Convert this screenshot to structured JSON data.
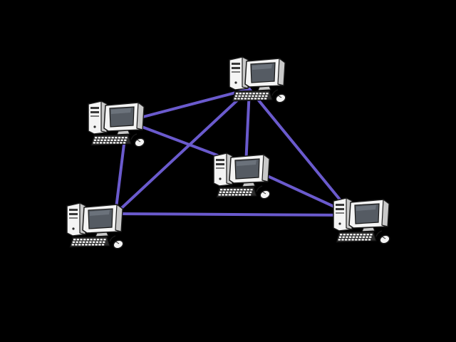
{
  "colors": {
    "background": "#000000",
    "link": "#6a5acd",
    "case": "#f4f4f4",
    "case_shade": "#c9c9c9",
    "screen": "#555b63",
    "outline": "#1a1a1a"
  },
  "nodes": [
    {
      "id": "pc-top",
      "icon": "desktop-computer-icon"
    },
    {
      "id": "pc-upper-left",
      "icon": "desktop-computer-icon"
    },
    {
      "id": "pc-center",
      "icon": "desktop-computer-icon"
    },
    {
      "id": "pc-lower-left",
      "icon": "desktop-computer-icon"
    },
    {
      "id": "pc-right",
      "icon": "desktop-computer-icon"
    }
  ],
  "links": [
    [
      "pc-upper-left",
      "pc-top"
    ],
    [
      "pc-upper-left",
      "pc-center"
    ],
    [
      "pc-upper-left",
      "pc-lower-left"
    ],
    [
      "pc-top",
      "pc-lower-left"
    ],
    [
      "pc-top",
      "pc-center"
    ],
    [
      "pc-top",
      "pc-right"
    ],
    [
      "pc-center",
      "pc-right"
    ],
    [
      "pc-lower-left",
      "pc-right"
    ]
  ]
}
